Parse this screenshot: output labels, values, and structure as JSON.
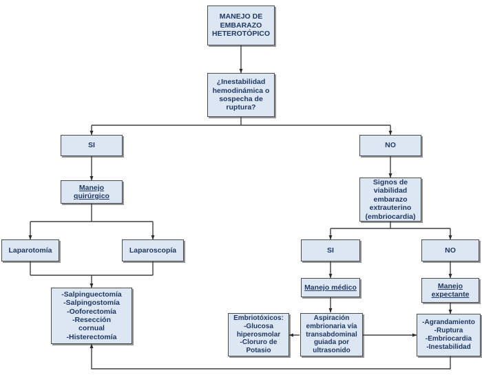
{
  "diagram": {
    "title": "MANEJO DE EMBARAZO HETEROTÓPICO",
    "nodes": {
      "root": "MANEJO DE\nEMBARAZO\nHETEROTÓPICO",
      "decision_inestabilidad": "¿Inestabilidad\nhemodinámica o\nsospecha de\nruptura?",
      "si_1": "SI",
      "no_1": "NO",
      "manejo_quirurgico": "Manejo\nquirúrgico",
      "laparotomia": "Laparotomía",
      "laparoscopia": "Laparoscopía",
      "procedimientos": "-Salpinguectomía\n-Salpingostomía\n-Ooforectomía\n-Resección\ncornual\n-Histerectomía",
      "signos_viabilidad": "Signos de\nviabilidad\nembarazo\nextrauterino\n(embriocardia)",
      "si_2": "SI",
      "no_2": "NO",
      "manejo_medico": "Manejo médico",
      "manejo_expectante": "Manejo\nexpectante",
      "embriotoxicos": "Embriotóxicos:\n-Glucosa\nhiperosmolar\n-Cloruro de\nPotasio",
      "aspiracion": "Aspiración\nembrionaria vía\ntransabdominal\nguiada por\nultrasonido",
      "criterios_expectante": "-Agrandamiento\n-Ruptura\n-Embriocardia\n-Inestabilidad"
    },
    "colors": {
      "node_fill": "#dce7f3",
      "node_border": "#4a4a4a",
      "node_text": "#1f3864",
      "connector": "#3f3f3f",
      "background": "#ffffff"
    }
  }
}
